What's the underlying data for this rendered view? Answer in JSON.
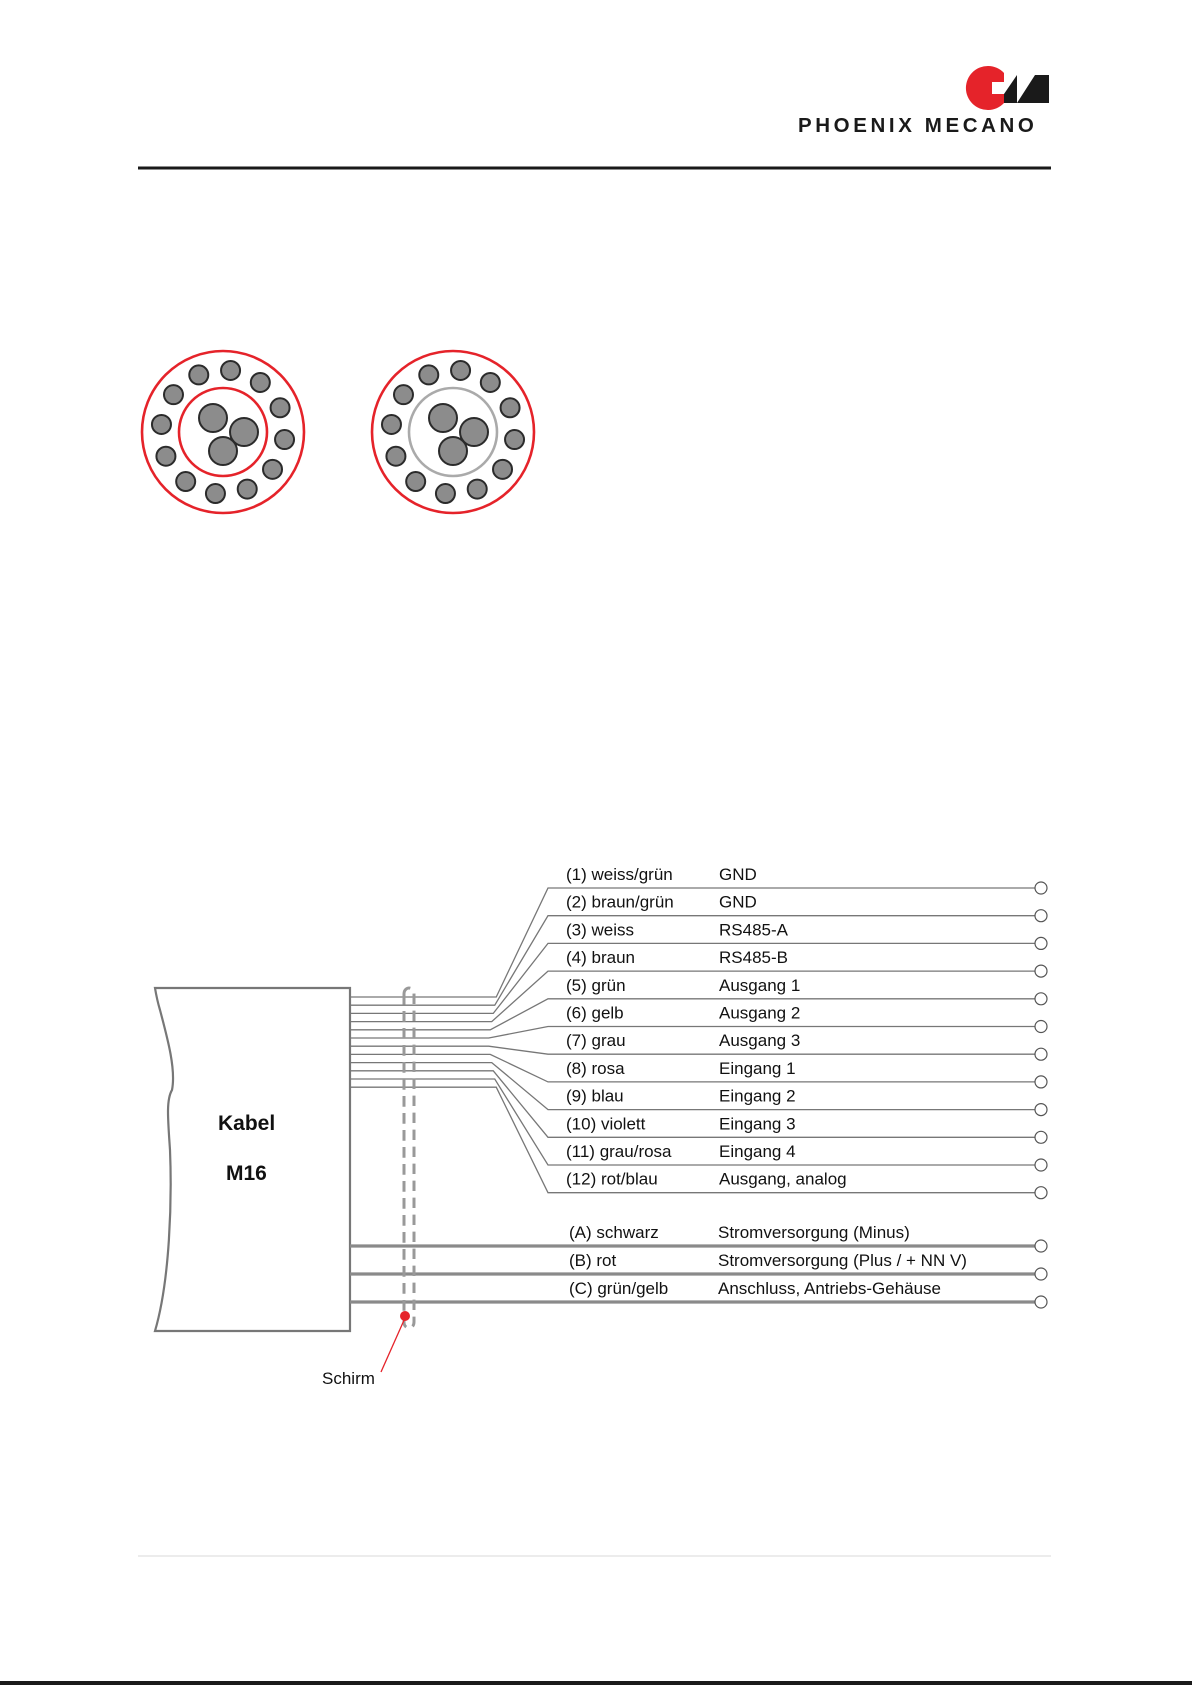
{
  "brand": {
    "name": "PHOENIX MECANO",
    "logo_icon": "phoenix-mecano-logo-icon"
  },
  "colors": {
    "shield": "#e5232a",
    "conductor_fill": "#8c8c8c",
    "conductor_stroke": "#2b2b2b",
    "wire": "#777777",
    "power_wire": "#8a8a8a"
  },
  "cable": {
    "line1": "Kabel",
    "line2": "M16"
  },
  "shield_label": "Schirm",
  "signal_wires": [
    {
      "label": "(1) weiss/grün",
      "function": "GND"
    },
    {
      "label": "(2) braun/grün",
      "function": "GND"
    },
    {
      "label": "(3) weiss",
      "function": "RS485-A"
    },
    {
      "label": "(4) braun",
      "function": "RS485-B"
    },
    {
      "label": "(5) grün",
      "function": "Ausgang 1"
    },
    {
      "label": "(6) gelb",
      "function": "Ausgang 2"
    },
    {
      "label": "(7) grau",
      "function": "Ausgang 3"
    },
    {
      "label": "(8) rosa",
      "function": "Eingang 1"
    },
    {
      "label": "(9) blau",
      "function": "Eingang 2"
    },
    {
      "label": "(10) violett",
      "function": "Eingang 3"
    },
    {
      "label": "(11) grau/rosa",
      "function": "Eingang 4"
    },
    {
      "label": "(12) rot/blau",
      "function": "Ausgang, analog"
    }
  ],
  "power_wires": [
    {
      "label": "(A) schwarz",
      "function": "Stromversorgung (Minus)"
    },
    {
      "label": "(B) rot",
      "function": "Stromversorgung (Plus / + NN V)"
    },
    {
      "label": "(C) grün/gelb",
      "function": "Anschluss, Antriebs-Gehäuse"
    }
  ]
}
